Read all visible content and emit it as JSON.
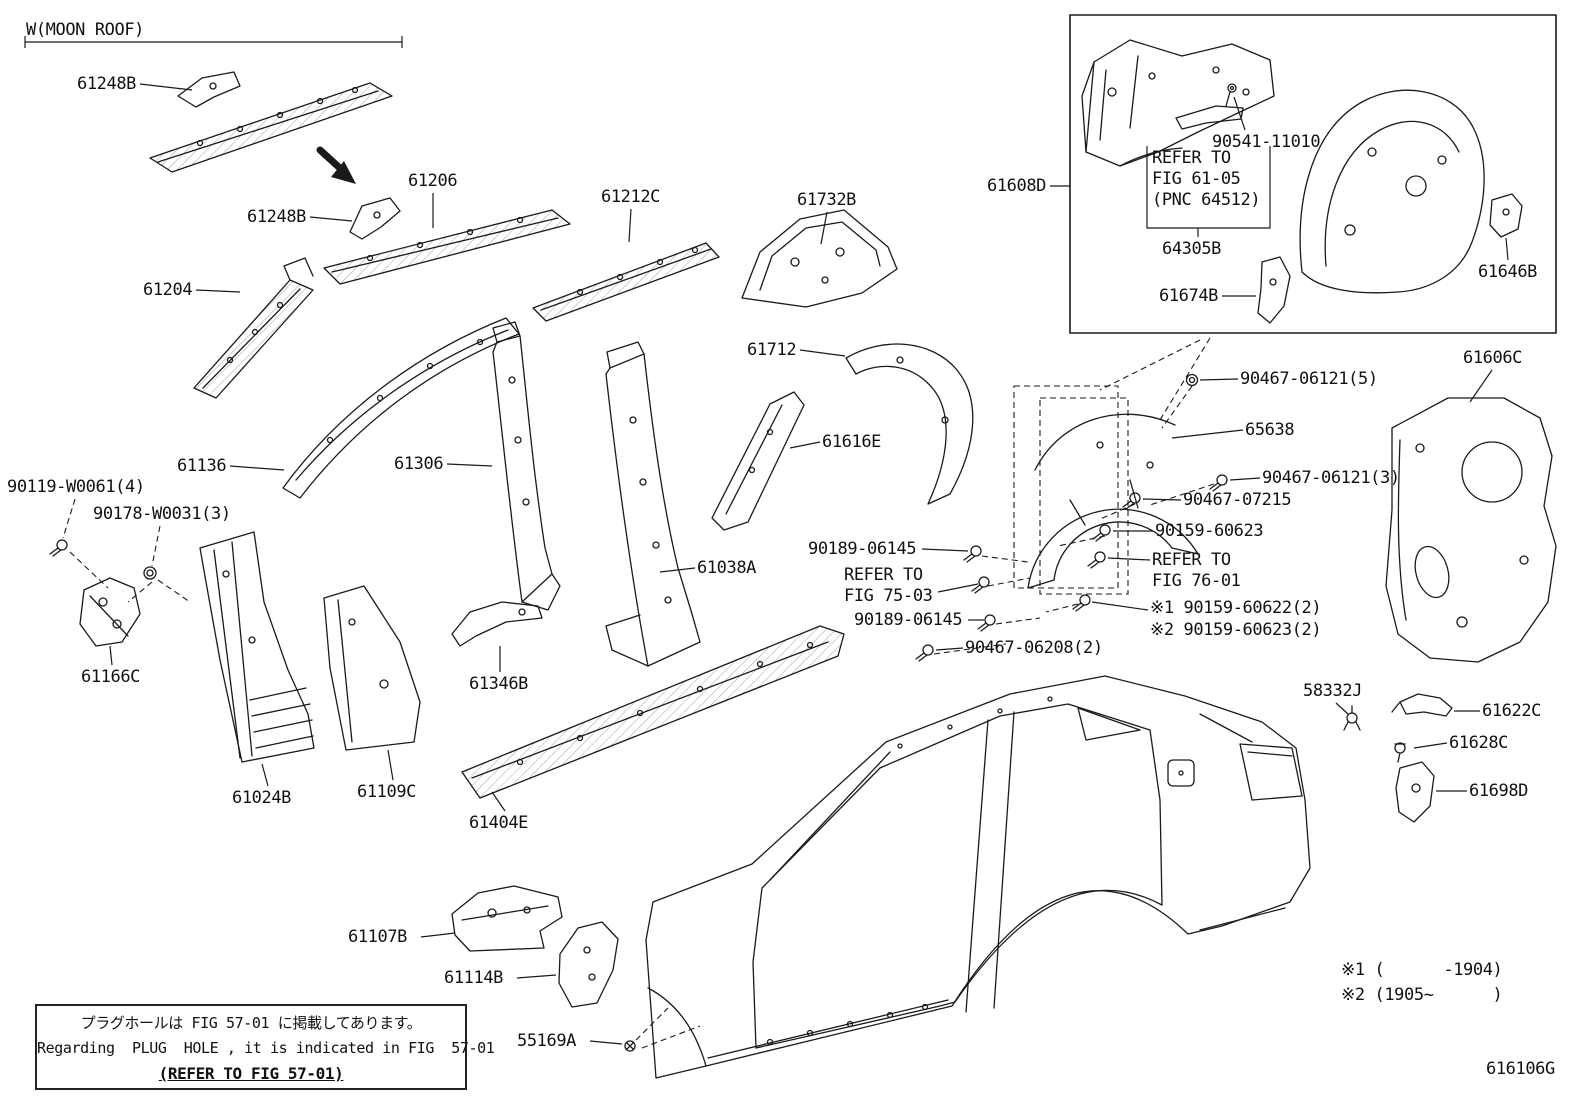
{
  "figure": {
    "variant_note": "W(MOON ROOF)",
    "figure_code": "616106G",
    "colors": {
      "line": "#1a1a1a",
      "background": "#ffffff"
    }
  },
  "note_box": {
    "jp": "プラグホールは FIG 57-01 に掲載してあります。",
    "en": "Regarding  PLUG  HOLE , it is indicated in FIG  57-01",
    "ref": "(REFER TO FIG 57-01)"
  },
  "footnotes": {
    "f1": "※1 (      -1904)",
    "f2": "※2 (1905~      )"
  },
  "refer_blocks": {
    "fig6105": {
      "l1": "REFER TO",
      "l2": "FIG 61-05",
      "l3": "(PNC 64512)"
    },
    "fig7601": {
      "l1": "REFER TO",
      "l2": "FIG 76-01"
    },
    "fig7503": {
      "l1": "REFER TO",
      "l2": "FIG 75-03"
    }
  },
  "labels": {
    "p61248b_a": "61248B",
    "p61206": "61206",
    "p61248b_b": "61248B",
    "p61212c": "61212C",
    "p61732b": "61732B",
    "p61204": "61204",
    "p61712": "61712",
    "p61136": "61136",
    "p61306": "61306",
    "p61616e": "61616E",
    "p90119": "90119-W0061(4)",
    "p90178": "90178-W0031(3)",
    "p61038a": "61038A",
    "p61166c": "61166C",
    "p61346b": "61346B",
    "p61024b": "61024B",
    "p61109c": "61109C",
    "p61404e": "61404E",
    "p61107b": "61107B",
    "p61114b": "61114B",
    "p55169a": "55169A",
    "p90541": "90541-11010",
    "p61608d": "61608D",
    "p64305b": "64305B",
    "p61674b": "61674B",
    "p61646b": "61646B",
    "p61606c": "61606C",
    "p90467_06121_5": "90467-06121(5)",
    "p65638": "65638",
    "p90467_06121_3": "90467-06121(3)",
    "p90467_07215": "90467-07215",
    "p90159_60623": "90159-60623",
    "p90189_a": "90189-06145",
    "p90189_b": "90189-06145",
    "pstar1": "※1 90159-60622(2)",
    "pstar2": "※2 90159-60623(2)",
    "p90467_06208": "90467-06208(2)",
    "p58332j": "58332J",
    "p61622c": "61622C",
    "p61628c": "61628C",
    "p61698d": "61698D"
  }
}
